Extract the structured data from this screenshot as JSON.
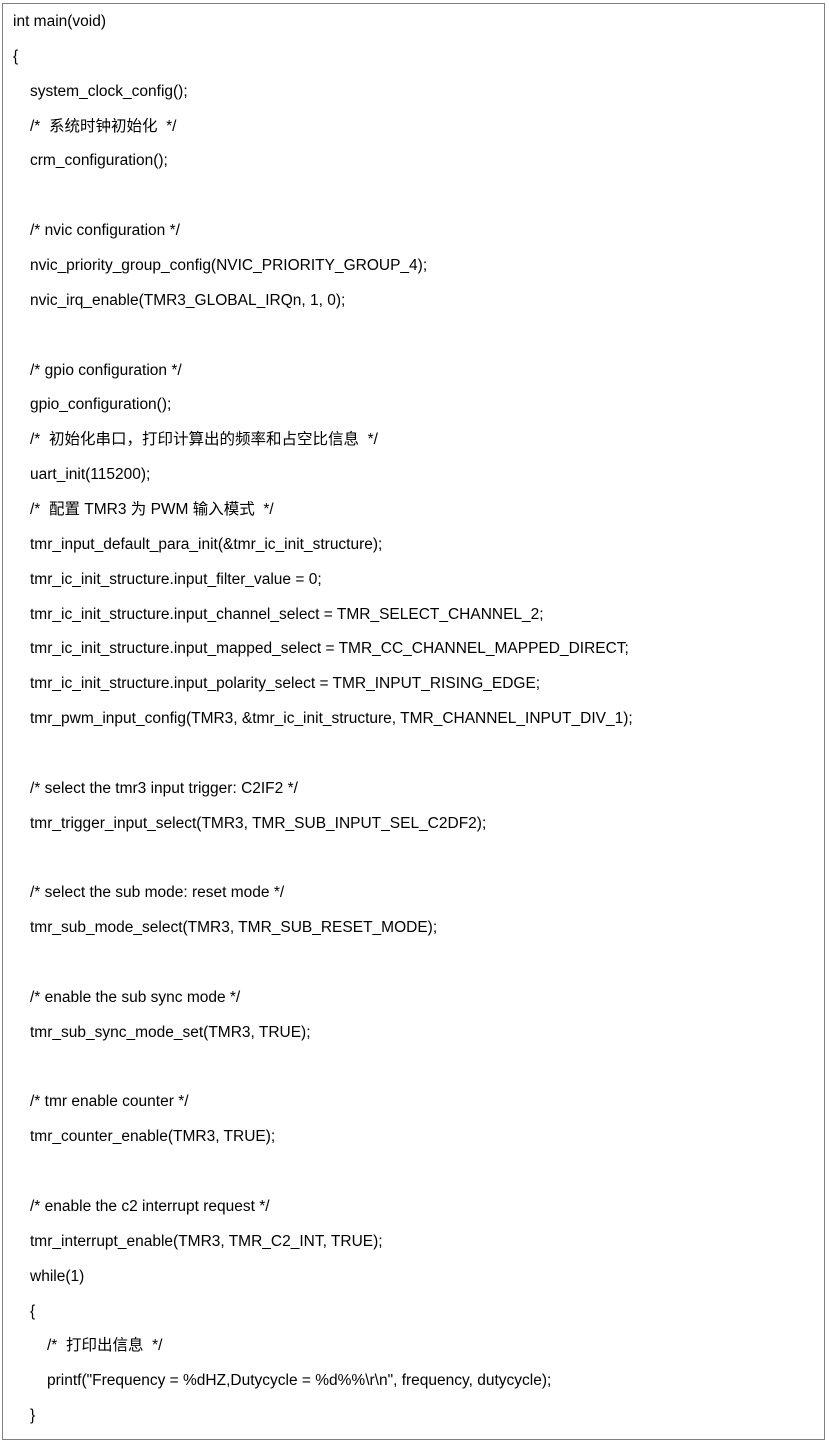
{
  "code": {
    "lines": [
      {
        "indent": 0,
        "text": "int main(void)"
      },
      {
        "indent": 0,
        "text": "{"
      },
      {
        "indent": 1,
        "text": "system_clock_config();"
      },
      {
        "indent": 1,
        "text": "/*  系统时钟初始化  */"
      },
      {
        "indent": 1,
        "text": "crm_configuration();"
      },
      {
        "indent": 0,
        "text": ""
      },
      {
        "indent": 1,
        "text": "/* nvic configuration */"
      },
      {
        "indent": 1,
        "text": "nvic_priority_group_config(NVIC_PRIORITY_GROUP_4);"
      },
      {
        "indent": 1,
        "text": "nvic_irq_enable(TMR3_GLOBAL_IRQn, 1, 0);"
      },
      {
        "indent": 0,
        "text": ""
      },
      {
        "indent": 1,
        "text": "/* gpio configuration */"
      },
      {
        "indent": 1,
        "text": "gpio_configuration();"
      },
      {
        "indent": 1,
        "text": "/*  初始化串口，打印计算出的频率和占空比信息  */"
      },
      {
        "indent": 1,
        "text": "uart_init(115200);"
      },
      {
        "indent": 1,
        "text": "/*  配置 TMR3 为 PWM 输入模式  */"
      },
      {
        "indent": 1,
        "text": "tmr_input_default_para_init(&tmr_ic_init_structure);"
      },
      {
        "indent": 1,
        "text": "tmr_ic_init_structure.input_filter_value = 0;"
      },
      {
        "indent": 1,
        "text": "tmr_ic_init_structure.input_channel_select = TMR_SELECT_CHANNEL_2;"
      },
      {
        "indent": 1,
        "text": "tmr_ic_init_structure.input_mapped_select = TMR_CC_CHANNEL_MAPPED_DIRECT;"
      },
      {
        "indent": 1,
        "text": "tmr_ic_init_structure.input_polarity_select = TMR_INPUT_RISING_EDGE;"
      },
      {
        "indent": 1,
        "text": "tmr_pwm_input_config(TMR3, &tmr_ic_init_structure, TMR_CHANNEL_INPUT_DIV_1);"
      },
      {
        "indent": 0,
        "text": ""
      },
      {
        "indent": 1,
        "text": "/* select the tmr3 input trigger: C2IF2 */"
      },
      {
        "indent": 1,
        "text": "tmr_trigger_input_select(TMR3, TMR_SUB_INPUT_SEL_C2DF2);"
      },
      {
        "indent": 0,
        "text": ""
      },
      {
        "indent": 1,
        "text": "/* select the sub mode: reset mode */"
      },
      {
        "indent": 1,
        "text": "tmr_sub_mode_select(TMR3, TMR_SUB_RESET_MODE);"
      },
      {
        "indent": 0,
        "text": ""
      },
      {
        "indent": 1,
        "text": "/* enable the sub sync mode */"
      },
      {
        "indent": 1,
        "text": "tmr_sub_sync_mode_set(TMR3, TRUE);"
      },
      {
        "indent": 0,
        "text": ""
      },
      {
        "indent": 1,
        "text": "/* tmr enable counter */"
      },
      {
        "indent": 1,
        "text": "tmr_counter_enable(TMR3, TRUE);"
      },
      {
        "indent": 0,
        "text": ""
      },
      {
        "indent": 1,
        "text": "/* enable the c2 interrupt request */"
      },
      {
        "indent": 1,
        "text": "tmr_interrupt_enable(TMR3, TMR_C2_INT, TRUE);"
      },
      {
        "indent": 1,
        "text": "while(1)"
      },
      {
        "indent": 1,
        "text": "{"
      },
      {
        "indent": 2,
        "text": "/*  打印出信息  */"
      },
      {
        "indent": 2,
        "text": "printf(\"Frequency = %dHZ,Dutycycle = %d%%\\r\\n\", frequency, dutycycle);"
      },
      {
        "indent": 1,
        "text": "}"
      }
    ]
  }
}
